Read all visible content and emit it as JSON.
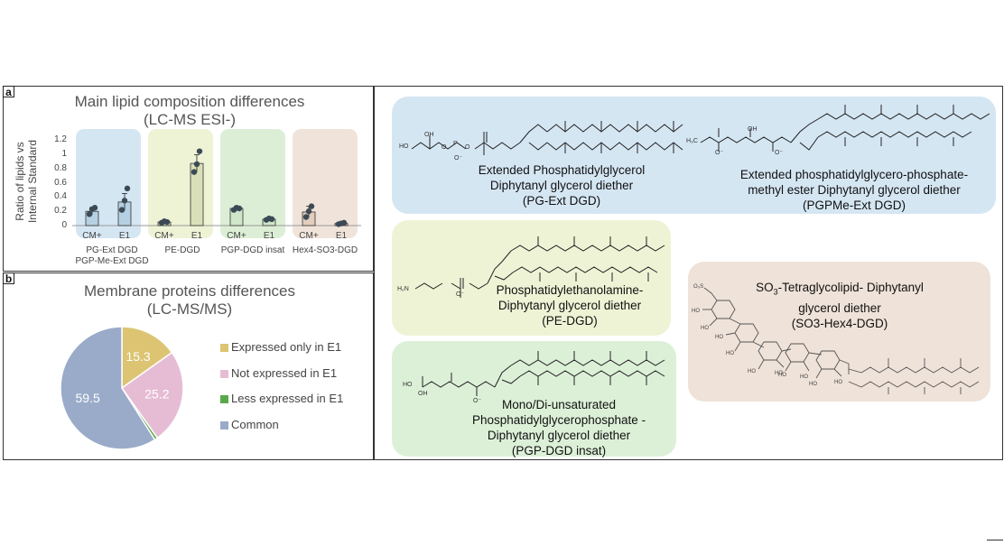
{
  "panel_a": {
    "letter": "a",
    "title_line1": "Main lipid composition differences",
    "title_line2": "(LC-MS ESI-)",
    "ylabel_line1": "Ratio of lipids vs",
    "ylabel_line2": "Internal Standard",
    "group_labels": [
      {
        "line1": "PG-Ext DGD",
        "line2": "PGP-Me-Ext DGD"
      },
      {
        "line1": "PE-DGD",
        "line2": ""
      },
      {
        "line1": "PGP-DGD insat",
        "line2": ""
      },
      {
        "line1": "Hex4-SO3-DGD",
        "line2": ""
      }
    ],
    "group_colors": [
      "#d5e6f3",
      "#eef3d6",
      "#dcefd6",
      "#f0e4da"
    ],
    "bar_colors": [
      "#b6d0e3",
      "#d9dfb8",
      "#cfe6c8",
      "#e3cdbd"
    ]
  },
  "chart_data": {
    "type": "bar",
    "categories": [
      "CM+",
      "E1",
      "CM+",
      "E1",
      "CM+",
      "E1",
      "CM+",
      "E1"
    ],
    "ylim": [
      0,
      1.2
    ],
    "yticks": [
      "0",
      "0.2",
      "0.4",
      "0.6",
      "0.8",
      "1",
      "1.2"
    ],
    "values": [
      0.2,
      0.33,
      0.05,
      0.87,
      0.24,
      0.09,
      0.19,
      0.03
    ],
    "errors": [
      0.05,
      0.12,
      0.02,
      0.12,
      0.03,
      0.02,
      0.08,
      0.01
    ],
    "points": [
      [
        0.16,
        0.23,
        0.25
      ],
      [
        0.22,
        0.35,
        0.52
      ],
      [
        0.04,
        0.06,
        0.05
      ],
      [
        0.75,
        0.86,
        1.04
      ],
      [
        0.22,
        0.25,
        0.24
      ],
      [
        0.08,
        0.1,
        0.09
      ],
      [
        0.12,
        0.2,
        0.27
      ],
      [
        0.02,
        0.03,
        0.04
      ]
    ]
  },
  "panel_b": {
    "letter": "b",
    "title_line1": "Membrane proteins differences",
    "title_line2": "(LC-MS/MS)",
    "pie": {
      "type": "pie",
      "slices": [
        {
          "name": "Expressed only in E1",
          "value": 15.3,
          "label": "15.3",
          "color": "#dcc472"
        },
        {
          "name": "Not expressed in E1",
          "value": 25.2,
          "label": "25.2",
          "color": "#e6bcd5"
        },
        {
          "name": "Less expressed in E1",
          "value": 0.8,
          "label": "",
          "color": "#5ba84a"
        },
        {
          "name": "Common",
          "value": 59.5,
          "label": "59.5",
          "color": "#9aabc9"
        }
      ]
    }
  },
  "structures": {
    "pg_ext": {
      "line1": "Extended Phosphatidylglycerol",
      "line2": "Diphytanyl glycerol diether",
      "line3": "(PG-Ext DGD)"
    },
    "pgpme_ext": {
      "line1": "Extended phosphatidylglycero-phosphate-",
      "line2": "methyl ester Diphytanyl glycerol diether",
      "line3": "(PGPMe-Ext DGD)"
    },
    "pe_dgd": {
      "line1": "Phosphatidylethanolamine-",
      "line2": "Diphytanyl glycerol diether",
      "line3": "(PE-DGD)"
    },
    "so3_hex4": {
      "line1": "SO",
      "line1_sub": "3",
      "line1_rest": "-Tetraglycolipid- Diphytanyl",
      "line2": "glycerol diether",
      "line3": "(SO3-Hex4-DGD)"
    },
    "pgp_dgd": {
      "line1": "Mono/Di-unsaturated",
      "line2": "Phosphatidylglycerophosphate -",
      "line3": "Diphytanyl glycerol diether",
      "line4": "(PGP-DGD insat)"
    },
    "colors": {
      "blue": "#d5e6f3",
      "yellow": "#eff3d5",
      "green": "#dcf0d8",
      "peach": "#efe2d8"
    }
  }
}
